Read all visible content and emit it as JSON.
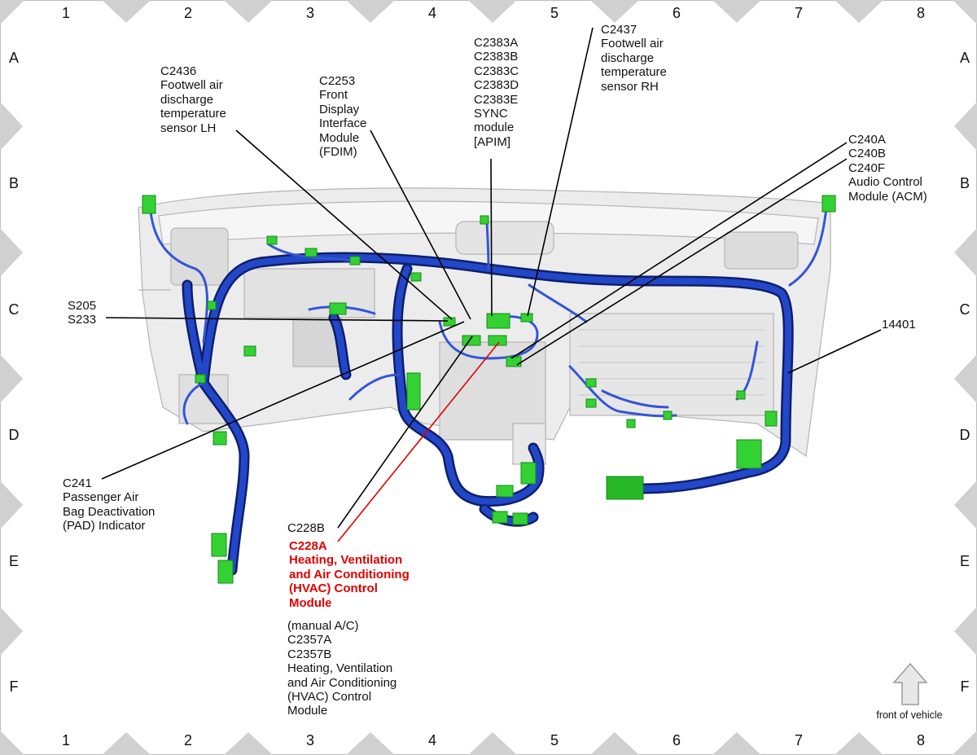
{
  "grid": {
    "columns": [
      "1",
      "2",
      "3",
      "4",
      "5",
      "6",
      "7",
      "8"
    ],
    "rows": [
      "A",
      "B",
      "C",
      "D",
      "E",
      "F"
    ]
  },
  "labels": {
    "c2436": "C2436\nFootwell air\ndischarge\ntemperature\nsensor LH",
    "c2253": "C2253\nFront\nDisplay\nInterface\nModule\n(FDIM)",
    "c2383": "C2383A\nC2383B\nC2383C\nC2383D\nC2383E\nSYNC\nmodule\n[APIM]",
    "c2437": "C2437\nFootwell air\ndischarge\ntemperature\nsensor RH",
    "c240": "C240A\nC240B\nC240F\nAudio Control\nModule (ACM)",
    "s205": "S205\nS233",
    "n14401": "14401",
    "c241": "C241\nPassenger Air\nBag Deactivation\n(PAD) Indicator",
    "c228b": "C228B",
    "c228a": "C228A\nHeating, Ventilation\nand Air Conditioning\n(HVAC) Control\nModule",
    "c2357": "(manual A/C)\nC2357A\nC2357B\nHeating, Ventilation\nand Air Conditioning\n(HVAC) Control\nModule"
  },
  "orientation": {
    "label": "front of vehicle"
  },
  "colors": {
    "harness": "#1f3fb0",
    "harness_dark": "#0e1f6a",
    "connector": "#2fd12f",
    "highlight": "#e00000",
    "dash": "#d9d9d9"
  }
}
